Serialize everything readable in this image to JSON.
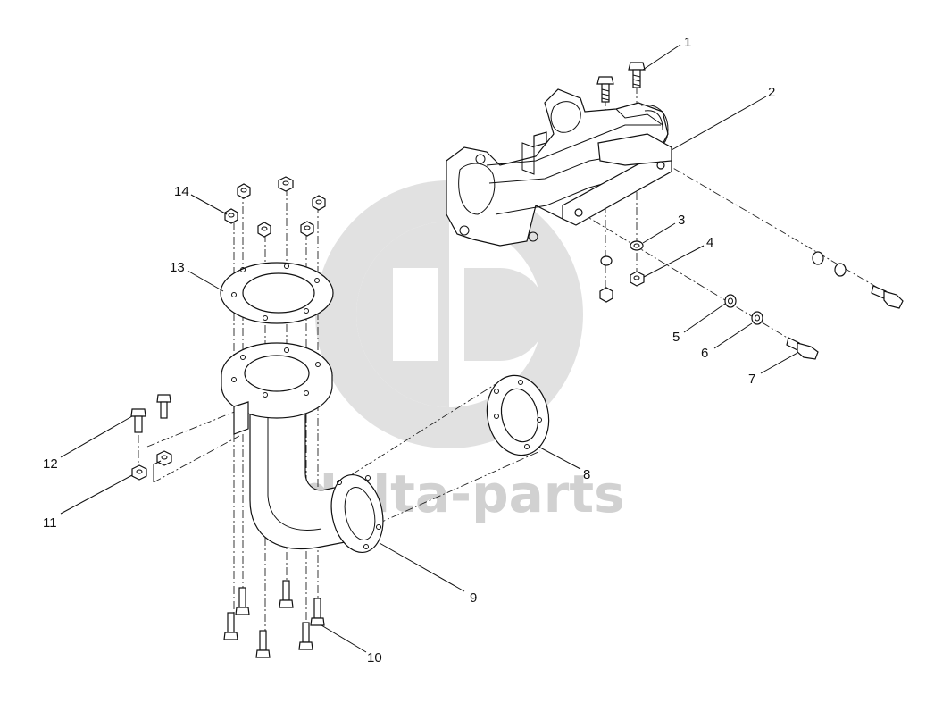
{
  "watermark": {
    "text": "delta-parts",
    "logo": "gd-monogram-logo",
    "color": "#c9c9c9"
  },
  "callouts": [
    {
      "id": "1",
      "label": "1"
    },
    {
      "id": "2",
      "label": "2"
    },
    {
      "id": "3",
      "label": "3"
    },
    {
      "id": "4",
      "label": "4"
    },
    {
      "id": "5",
      "label": "5"
    },
    {
      "id": "6",
      "label": "6"
    },
    {
      "id": "7",
      "label": "7"
    },
    {
      "id": "8",
      "label": "8"
    },
    {
      "id": "9",
      "label": "9"
    },
    {
      "id": "10",
      "label": "10"
    },
    {
      "id": "11",
      "label": "11"
    },
    {
      "id": "12",
      "label": "12"
    },
    {
      "id": "13",
      "label": "13"
    },
    {
      "id": "14",
      "label": "14"
    }
  ],
  "colors": {
    "line": "#111111",
    "background": "#ffffff"
  }
}
